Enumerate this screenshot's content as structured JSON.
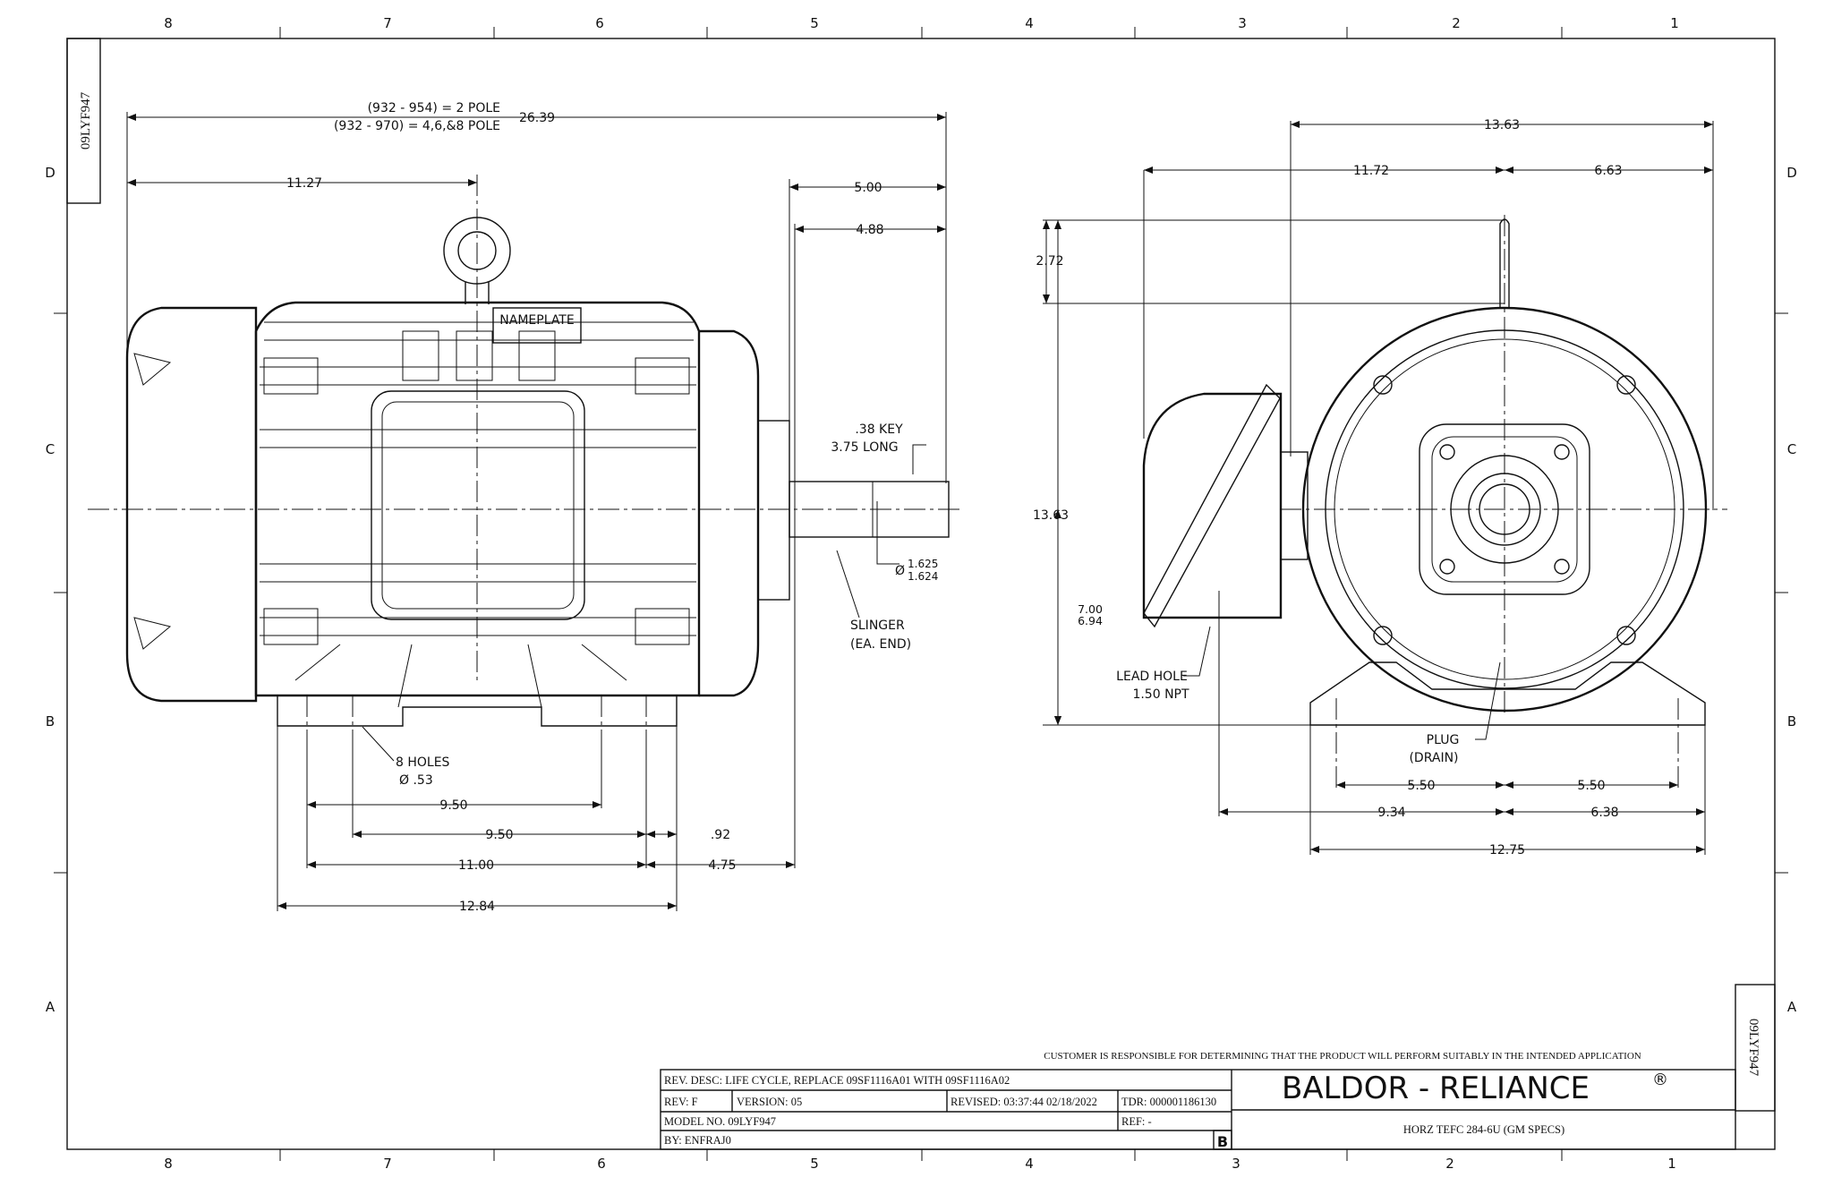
{
  "drawing_id": "09LYF947",
  "zones": {
    "columns": [
      "8",
      "7",
      "6",
      "5",
      "4",
      "3",
      "2",
      "1"
    ],
    "rows": [
      "D",
      "C",
      "B",
      "A"
    ]
  },
  "side_view": {
    "overall_length": "26.39",
    "pole_note_1": "(932 - 954) = 2 POLE",
    "pole_note_2": "(932 - 970) = 4,6,&8 POLE",
    "fan_to_center": "11.27",
    "shaft_5": "5.00",
    "shaft_488": "4.88",
    "nameplate": "NAMEPLATE",
    "key_1": ".38 KEY",
    "key_2": "3.75 LONG",
    "shaft_dia_symbol": "Ø",
    "shaft_dia_max": "1.625",
    "shaft_dia_min": "1.624",
    "slinger_1": "SLINGER",
    "slinger_2": "(EA. END)",
    "holes_1": "8 HOLES",
    "holes_2": "Ø .53",
    "dim_950a": "9.50",
    "dim_950b": "9.50",
    "dim_1100": "11.00",
    "dim_1284": "12.84",
    "dim_092": ".92",
    "dim_475": "4.75"
  },
  "end_view": {
    "dim_1363_h": "13.63",
    "dim_1172": "11.72",
    "dim_663": "6.63",
    "dim_272": "2.72",
    "dim_1363_v": "13.63",
    "dim_700": "7.00",
    "dim_694": "6.94",
    "lead_1": "LEAD HOLE",
    "lead_2": "1.50 NPT",
    "plug_1": "PLUG",
    "plug_2": "(DRAIN)",
    "dim_550a": "5.50",
    "dim_550b": "5.50",
    "dim_934": "9.34",
    "dim_638": "6.38",
    "dim_1275": "12.75"
  },
  "title_block": {
    "disclaimer": "CUSTOMER IS RESPONSIBLE FOR DETERMINING THAT THE PRODUCT WILL PERFORM SUITABLY IN THE INTENDED APPLICATION",
    "rev_desc": "REV. DESC: LIFE CYCLE, REPLACE 09SF1116A01 WITH 09SF1116A02",
    "rev": "REV:  F",
    "version": "VERSION:  05",
    "revised": "REVISED:  03:37:44 02/18/2022",
    "tdr": "TDR: 000001186130",
    "model": "MODEL NO.  09LYF947",
    "ref": "REF:  -",
    "by": "BY: ENFRAJ0",
    "size": "B",
    "company": "BALDOR - RELIANCE",
    "registered": "®",
    "description": "HORZ TEFC 284-6U (GM SPECS)"
  }
}
